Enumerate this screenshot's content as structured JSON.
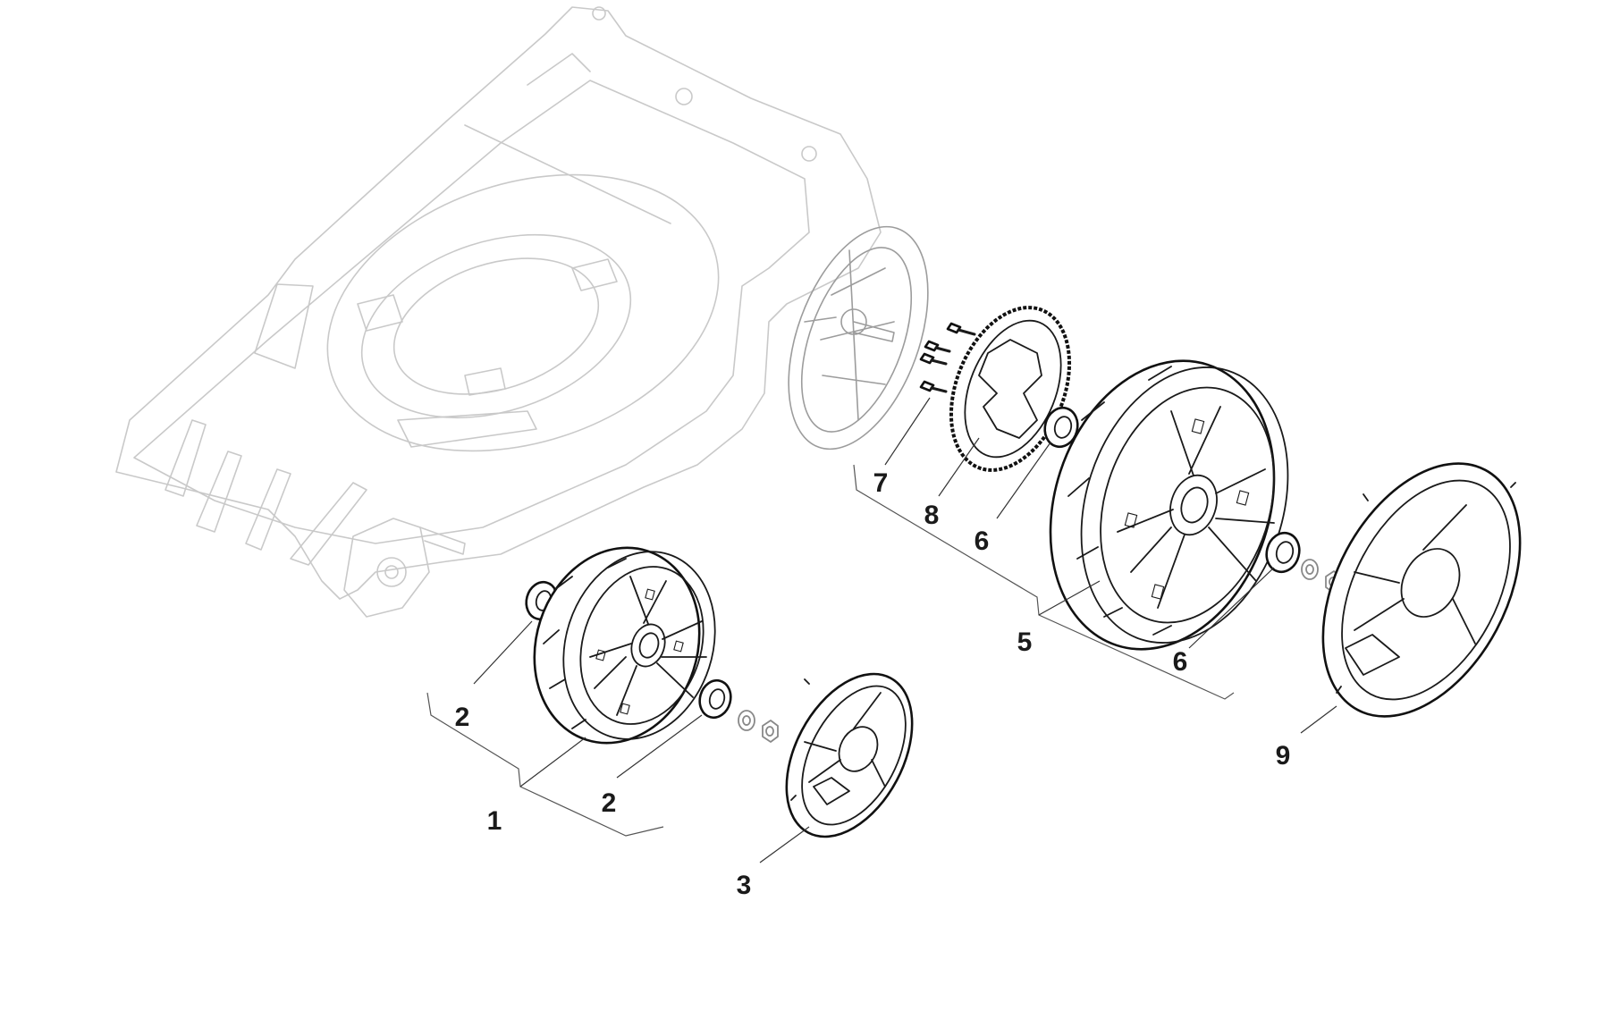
{
  "callouts": [
    {
      "id": "front-wheel",
      "label": "1"
    },
    {
      "id": "bearing-front-inner",
      "label": "2"
    },
    {
      "id": "bearing-front-outer",
      "label": "2"
    },
    {
      "id": "front-hubcap",
      "label": "3"
    },
    {
      "id": "rear-wheel",
      "label": "5"
    },
    {
      "id": "bearing-rear-inner",
      "label": "6"
    },
    {
      "id": "bearing-rear-outer",
      "label": "6"
    },
    {
      "id": "screws",
      "label": "7"
    },
    {
      "id": "gear-ring",
      "label": "8"
    },
    {
      "id": "rear-hubcap",
      "label": "9"
    }
  ]
}
